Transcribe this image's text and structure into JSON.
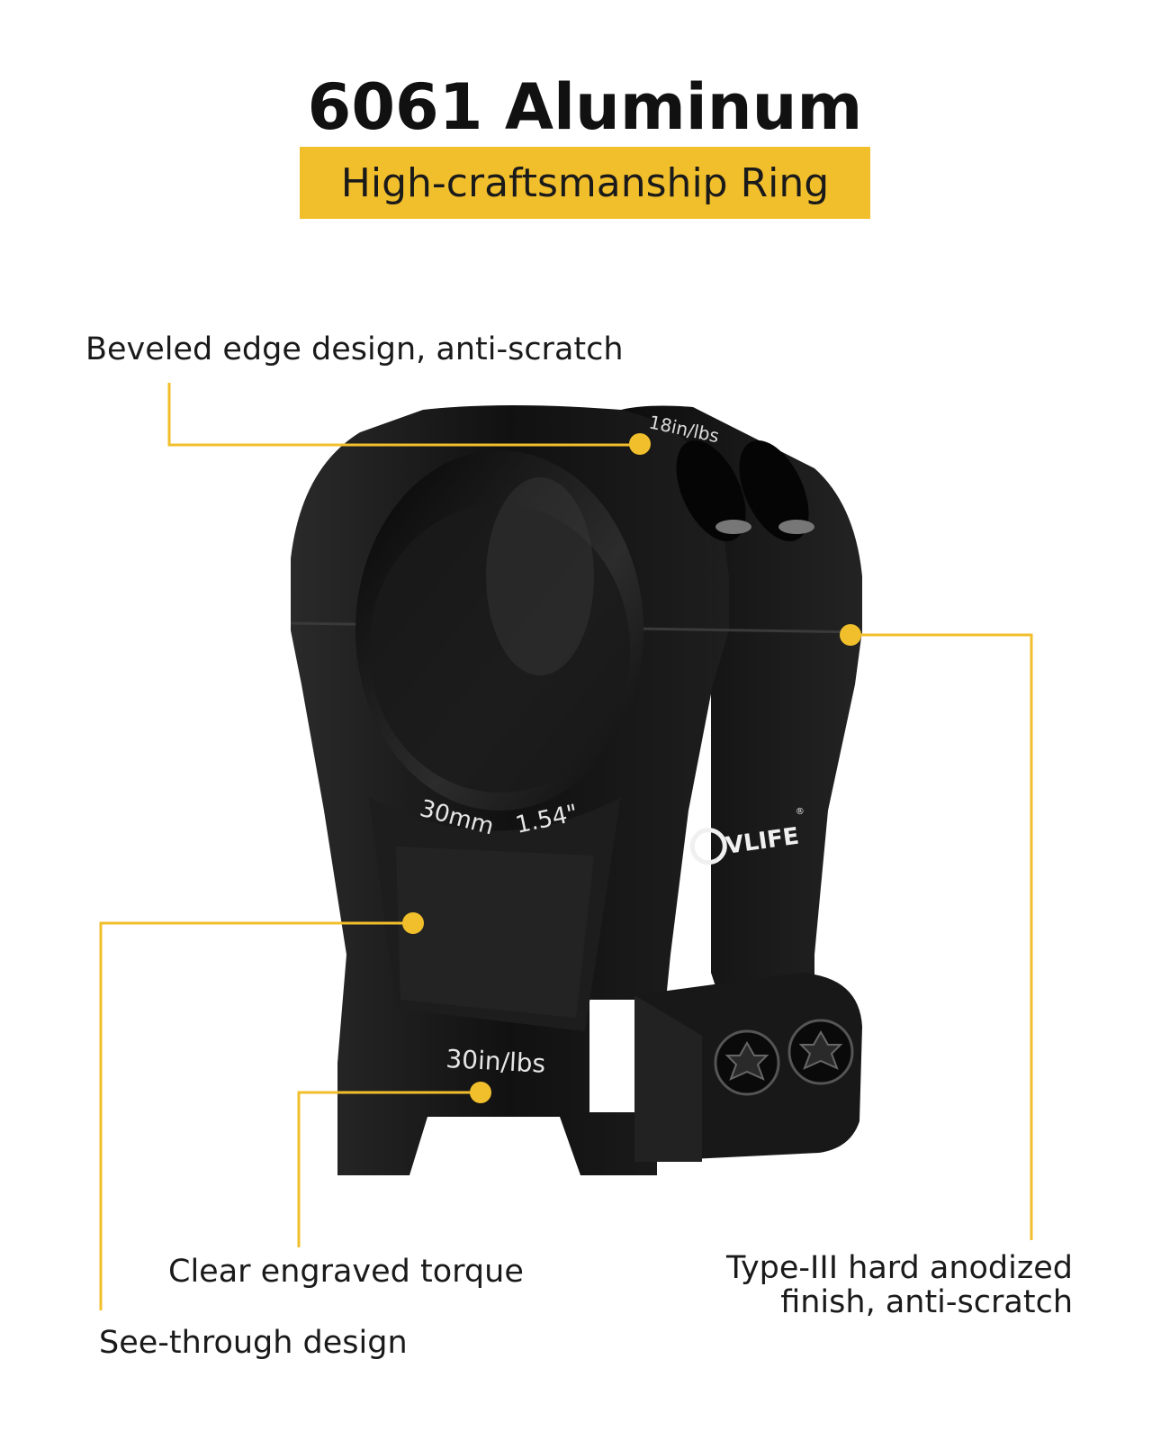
{
  "header": {
    "title": "6061 Aluminum",
    "subtitle": "High-craftsmanship Ring"
  },
  "callouts": {
    "beveled_edge": "Beveled edge design, anti-scratch",
    "engraved_torque": "Clear engraved torque",
    "see_through": "See-through design",
    "anodized_line1": "Type-III hard anodized",
    "anodized_line2": "finish, anti-scratch"
  },
  "product": {
    "engraving_top": "18in/lbs",
    "engraving_size_mm": "30mm",
    "engraving_size_in": "1.54\"",
    "engraving_base": "30in/lbs",
    "brand": "VLIFE",
    "brand_mark": "®"
  },
  "colors": {
    "accent": "#f2bf2c",
    "product_body": "#161616",
    "text": "#1a1a1a"
  }
}
